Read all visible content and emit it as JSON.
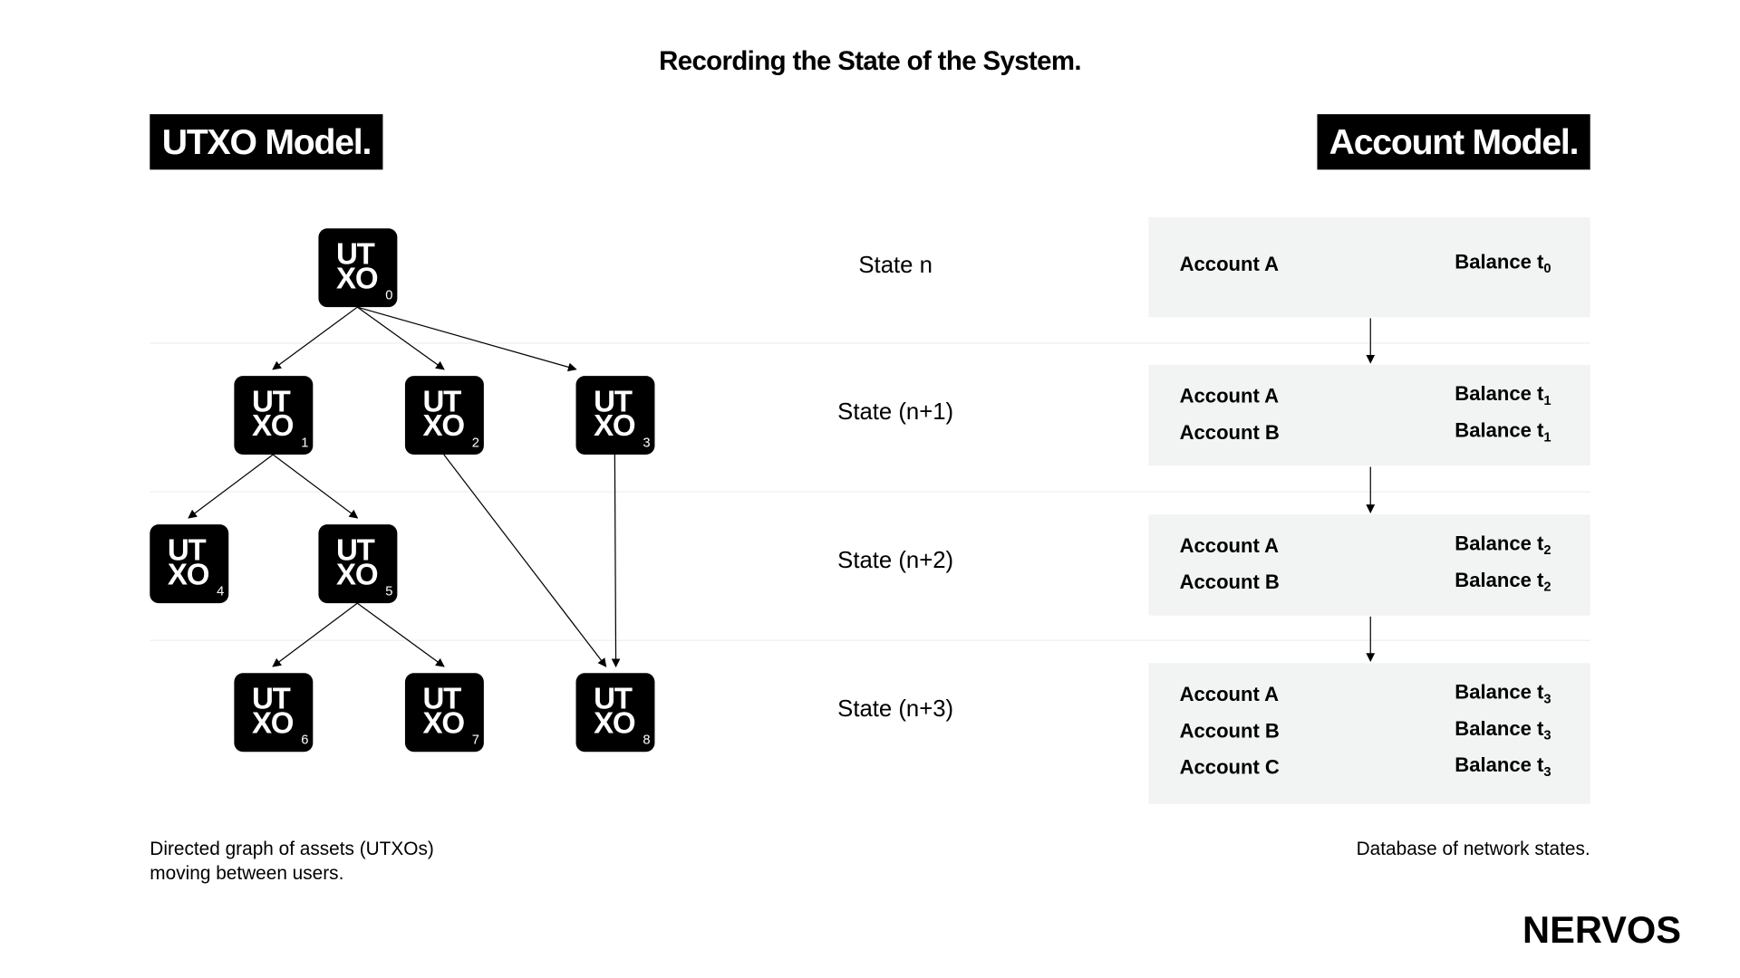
{
  "title": "Recording the State of the System.",
  "utxo_model": {
    "label": "UTXO Model.",
    "nodes": [
      {
        "line1": "UT",
        "line2": "XO",
        "index": "0"
      },
      {
        "line1": "UT",
        "line2": "XO",
        "index": "1"
      },
      {
        "line1": "UT",
        "line2": "XO",
        "index": "2"
      },
      {
        "line1": "UT",
        "line2": "XO",
        "index": "3"
      },
      {
        "line1": "UT",
        "line2": "XO",
        "index": "4"
      },
      {
        "line1": "UT",
        "line2": "XO",
        "index": "5"
      },
      {
        "line1": "UT",
        "line2": "XO",
        "index": "6"
      },
      {
        "line1": "UT",
        "line2": "XO",
        "index": "7"
      },
      {
        "line1": "UT",
        "line2": "XO",
        "index": "8"
      }
    ],
    "edges": [
      [
        0,
        1
      ],
      [
        0,
        2
      ],
      [
        0,
        3
      ],
      [
        1,
        4
      ],
      [
        1,
        5
      ],
      [
        5,
        6
      ],
      [
        5,
        7
      ],
      [
        2,
        8
      ],
      [
        3,
        8
      ]
    ],
    "caption_line1": "Directed graph of assets (UTXOs)",
    "caption_line2": "moving between users."
  },
  "states": [
    "State n",
    "State (n+1)",
    "State (n+2)",
    "State (n+3)"
  ],
  "account_model": {
    "label": "Account Model.",
    "states": [
      {
        "rows": [
          {
            "account": "Account A",
            "balance": "Balance t",
            "sub": "0"
          }
        ]
      },
      {
        "rows": [
          {
            "account": "Account A",
            "balance": "Balance t",
            "sub": "1"
          },
          {
            "account": "Account B",
            "balance": "Balance t",
            "sub": "1"
          }
        ]
      },
      {
        "rows": [
          {
            "account": "Account A",
            "balance": "Balance t",
            "sub": "2"
          },
          {
            "account": "Account B",
            "balance": "Balance t",
            "sub": "2"
          }
        ]
      },
      {
        "rows": [
          {
            "account": "Account A",
            "balance": "Balance t",
            "sub": "3"
          },
          {
            "account": "Account B",
            "balance": "Balance t",
            "sub": "3"
          },
          {
            "account": "Account C",
            "balance": "Balance t",
            "sub": "3"
          }
        ]
      }
    ],
    "caption": "Database of network states."
  },
  "logo": "NERVOS",
  "colors": {
    "box_bg": "#f2f3f3",
    "node_bg": "#000000",
    "text": "#000000"
  }
}
